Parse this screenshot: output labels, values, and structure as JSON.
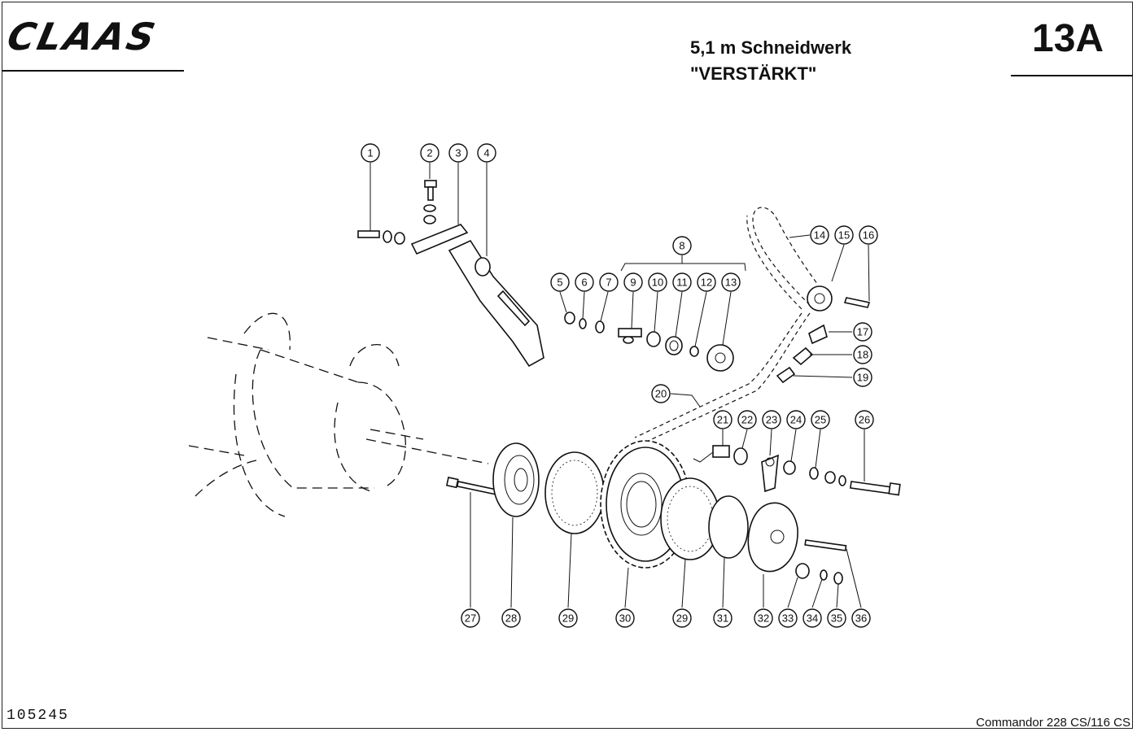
{
  "header": {
    "brand": "CLAAS",
    "title_line1": "5,1 m Schneidwerk",
    "title_line2": "\"VERSTÄRKT\"",
    "page_code": "13A"
  },
  "footer": {
    "doc_number": "105245",
    "model": "Commandor  228 CS/116 CS"
  },
  "callouts": [
    {
      "id": "c1",
      "label": "1"
    },
    {
      "id": "c2",
      "label": "2"
    },
    {
      "id": "c3",
      "label": "3"
    },
    {
      "id": "c4",
      "label": "4"
    },
    {
      "id": "c5",
      "label": "5"
    },
    {
      "id": "c6",
      "label": "6"
    },
    {
      "id": "c7",
      "label": "7"
    },
    {
      "id": "c8",
      "label": "8"
    },
    {
      "id": "c9",
      "label": "9"
    },
    {
      "id": "c10",
      "label": "10"
    },
    {
      "id": "c11",
      "label": "11"
    },
    {
      "id": "c12",
      "label": "12"
    },
    {
      "id": "c13",
      "label": "13"
    },
    {
      "id": "c14",
      "label": "14"
    },
    {
      "id": "c15",
      "label": "15"
    },
    {
      "id": "c16",
      "label": "16"
    },
    {
      "id": "c17",
      "label": "17"
    },
    {
      "id": "c18",
      "label": "18"
    },
    {
      "id": "c19",
      "label": "19"
    },
    {
      "id": "c20",
      "label": "20"
    },
    {
      "id": "c21",
      "label": "21"
    },
    {
      "id": "c22",
      "label": "22"
    },
    {
      "id": "c23",
      "label": "23"
    },
    {
      "id": "c24",
      "label": "24"
    },
    {
      "id": "c25",
      "label": "25"
    },
    {
      "id": "c26",
      "label": "26"
    },
    {
      "id": "c27",
      "label": "27"
    },
    {
      "id": "c28",
      "label": "28"
    },
    {
      "id": "c29a",
      "label": "29"
    },
    {
      "id": "c30",
      "label": "30"
    },
    {
      "id": "c29b",
      "label": "29"
    },
    {
      "id": "c31",
      "label": "31"
    },
    {
      "id": "c32",
      "label": "32"
    },
    {
      "id": "c33",
      "label": "33"
    },
    {
      "id": "c34",
      "label": "34"
    },
    {
      "id": "c35",
      "label": "35"
    },
    {
      "id": "c36",
      "label": "36"
    }
  ]
}
